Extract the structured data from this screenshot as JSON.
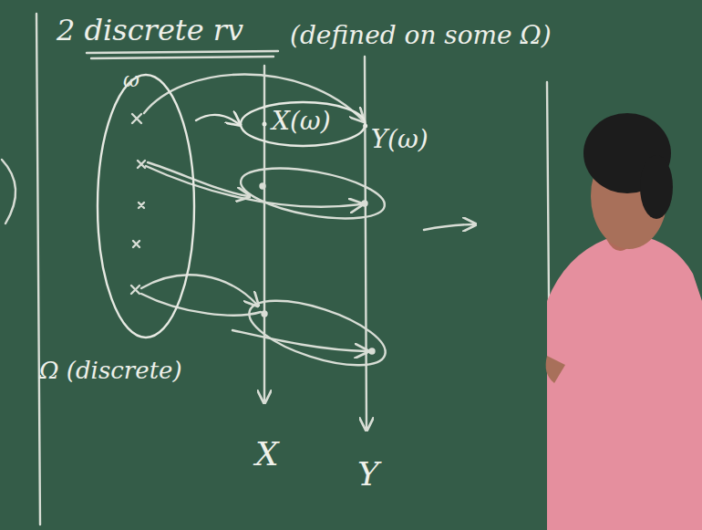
{
  "diagram": {
    "title": "2 discrete rv",
    "nodes": [
      {
        "text": [
          "Ω (discrete)"
        ]
      },
      {
        "text": [
          "X(ω)",
          "Y(ω)"
        ]
      }
    ],
    "edges": [
      {
        "from": 0,
        "to": 1,
        "arrow": "to"
      }
    ],
    "labels": [
      "(defined on some Ω)",
      "ω",
      "X",
      "Y"
    ]
  }
}
